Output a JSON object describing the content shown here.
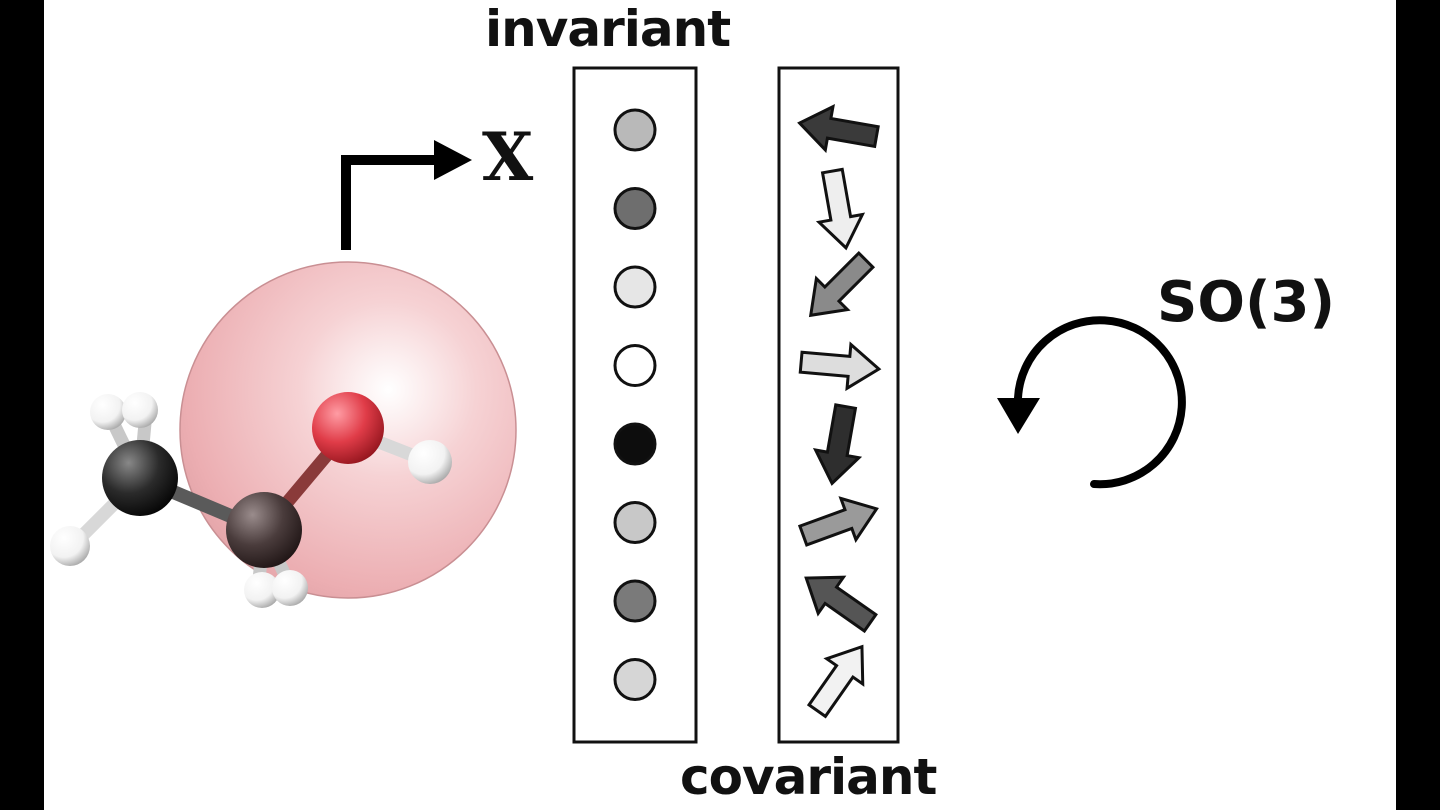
{
  "labels": {
    "invariant": "invariant",
    "covariant": "covariant",
    "feature": "X",
    "group": "SO(3)"
  },
  "invariant_features": [
    "#b9b9b9",
    "#6e6e6e",
    "#e6e6e6",
    "#ffffff",
    "#0d0d0d",
    "#c8c8c8",
    "#7a7a7a",
    "#d6d6d6"
  ],
  "covariant_features": [
    {
      "fill": "#3a3a3a",
      "direction_deg": 190
    },
    {
      "fill": "#eeeeee",
      "direction_deg": 80
    },
    {
      "fill": "#8a8a8a",
      "direction_deg": 135
    },
    {
      "fill": "#dddddd",
      "direction_deg": 5
    },
    {
      "fill": "#2e2e2e",
      "direction_deg": 100
    },
    {
      "fill": "#9a9a9a",
      "direction_deg": -20
    },
    {
      "fill": "#555555",
      "direction_deg": -145
    },
    {
      "fill": "#f2f2f2",
      "direction_deg": -55
    }
  ],
  "molecule": {
    "environment_color": "#f1b3b6",
    "atoms": [
      {
        "element": "C",
        "color": "#2b2b2b"
      },
      {
        "element": "C",
        "color": "#4a3c3c"
      },
      {
        "element": "O",
        "color": "#e03c48"
      },
      {
        "element": "H",
        "color": "#ffffff"
      }
    ]
  }
}
